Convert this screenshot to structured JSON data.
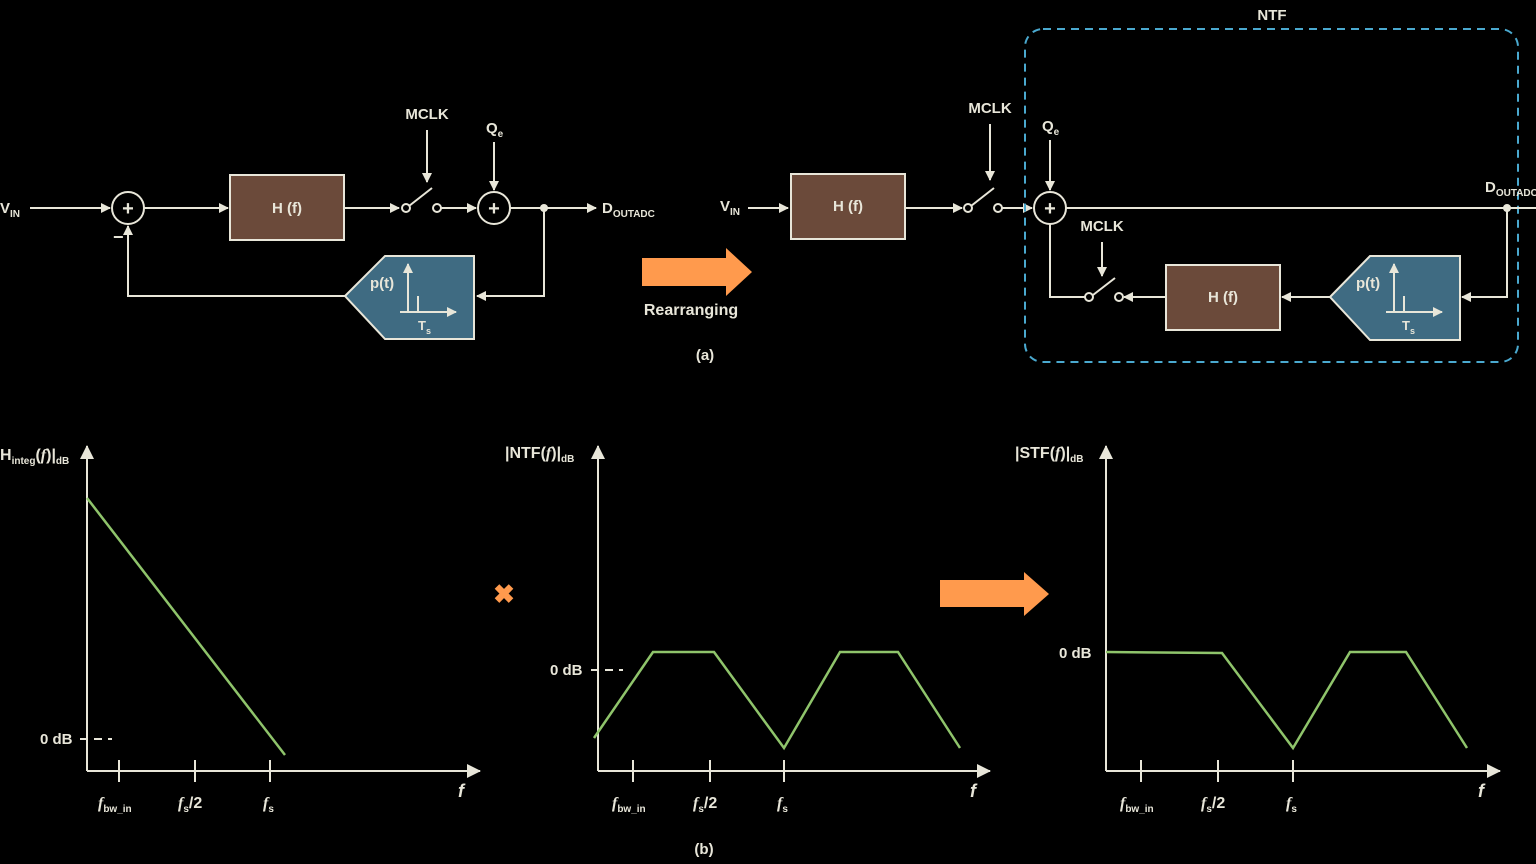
{
  "diagram_a": {
    "caption": "(a)",
    "rearranging_label": "Rearranging",
    "left": {
      "vin": "V",
      "vin_sub": "IN",
      "minus": "−",
      "hf": "H (f)",
      "mclk": "MCLK",
      "qe": "Q",
      "qe_sub": "e",
      "dout": "D",
      "dout_sub": "OUTADC",
      "pt": "p(t)",
      "ts": "T",
      "ts_sub": "s"
    },
    "right": {
      "vin": "V",
      "vin_sub": "IN",
      "hf": "H (f)",
      "mclk": "MCLK",
      "qe": "Q",
      "qe_sub": "e",
      "dout": "D",
      "dout_sub": "OUTADC",
      "ntf": "NTF",
      "mclk2": "MCLK",
      "hf2": "H (f)",
      "pt": "p(t)",
      "ts": "T",
      "ts_sub": "s"
    }
  },
  "diagram_b": {
    "caption": "(b)",
    "plots": [
      {
        "ylabel_pre": "H",
        "ylabel_sub": "integ",
        "ylabel_mid": "(",
        "ylabel_f": "f",
        "ylabel_end": ")|",
        "ylabel_db": "dB",
        "zero_db": "0 dB",
        "x_axis": "f",
        "ticks": [
          {
            "main": "f",
            "sub": "bw_in"
          },
          {
            "main": "f",
            "sub": "s",
            "tail": "/2"
          },
          {
            "main": "f",
            "sub": "s"
          }
        ]
      },
      {
        "ylabel_pre": "|NTF",
        "ylabel_mid": "(",
        "ylabel_f": "f",
        "ylabel_end": ")|",
        "ylabel_db": "dB",
        "zero_db": "0 dB",
        "x_axis": "f",
        "ticks": [
          {
            "main": "f",
            "sub": "bw_in"
          },
          {
            "main": "f",
            "sub": "s",
            "tail": "/2"
          },
          {
            "main": "f",
            "sub": "s"
          }
        ]
      },
      {
        "ylabel_pre": "|STF",
        "ylabel_mid": "(",
        "ylabel_f": "f",
        "ylabel_end": ")|",
        "ylabel_db": "dB",
        "zero_db": "0 dB",
        "x_axis": "f",
        "ticks": [
          {
            "main": "f",
            "sub": "bw_in"
          },
          {
            "main": "f",
            "sub": "s",
            "tail": "/2"
          },
          {
            "main": "f",
            "sub": "s"
          }
        ]
      }
    ],
    "multiply_symbol": "✖"
  },
  "colors": {
    "background": "#000000",
    "line": "#e8e6d9",
    "h_block": "#6b4a3a",
    "p_block": "#3f6b82",
    "curve": "#8fc46b",
    "arrow": "#ff9a4d",
    "ntf_box": "#4aa9cf"
  }
}
